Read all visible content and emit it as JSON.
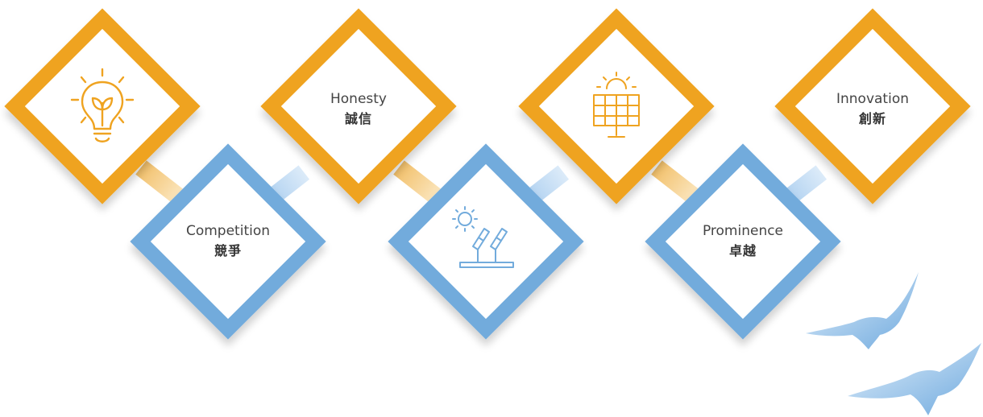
{
  "diagram": {
    "nodes": [
      {
        "id": "green-energy",
        "icon": "lightbulb-sprout-icon",
        "color": "orange"
      },
      {
        "id": "competition",
        "label_en": "Competition",
        "label_zh": "競爭",
        "color": "blue"
      },
      {
        "id": "honesty",
        "label_en": "Honesty",
        "label_zh": "誠信",
        "color": "orange"
      },
      {
        "id": "solar-tracker",
        "icon": "sun-solar-panels-icon",
        "color": "blue"
      },
      {
        "id": "solar-power",
        "icon": "solar-panel-icon",
        "color": "orange"
      },
      {
        "id": "prominence",
        "label_en": "Prominence",
        "label_zh": "卓越",
        "color": "blue"
      },
      {
        "id": "innovation",
        "label_en": "Innovation",
        "label_zh": "創新",
        "color": "orange"
      }
    ],
    "decoration": "flying-birds",
    "colors": {
      "orange": "#efa320",
      "blue": "#72abdc"
    }
  }
}
